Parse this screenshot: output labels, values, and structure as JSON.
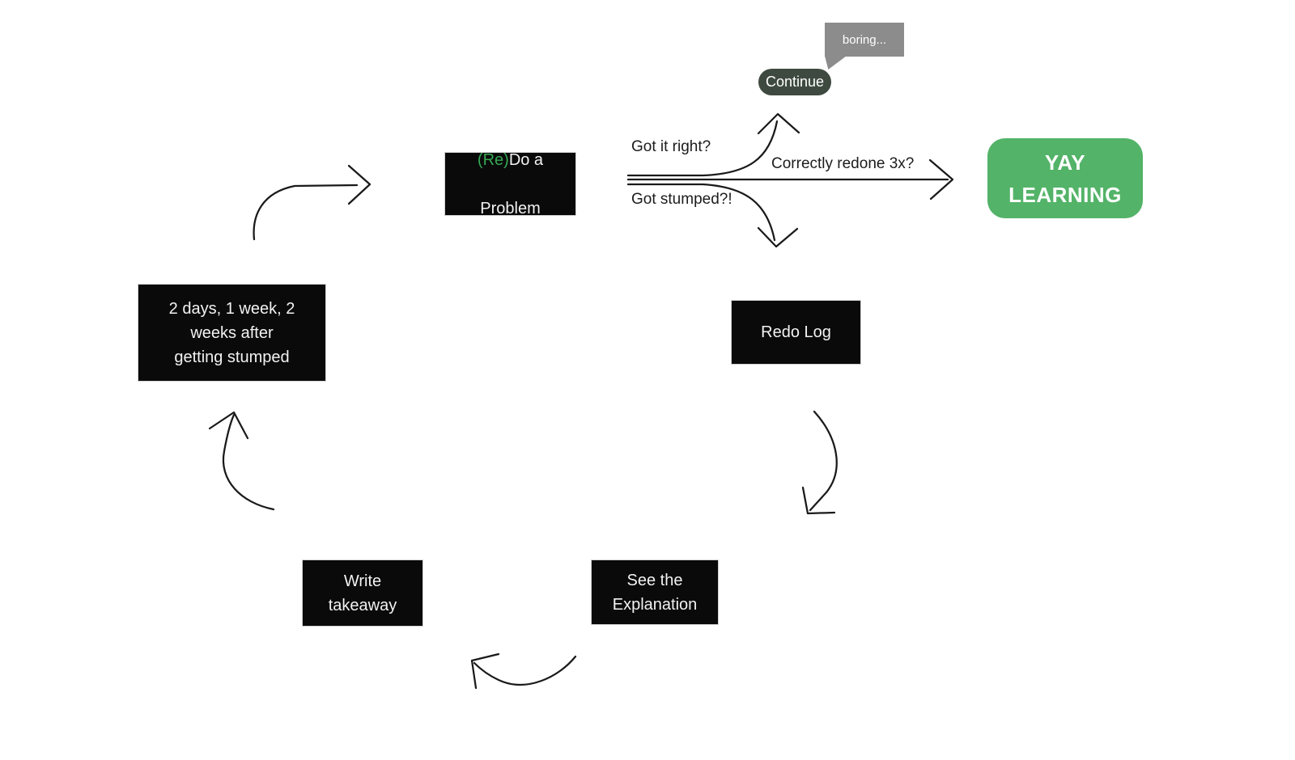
{
  "colors": {
    "background": "#ffffff",
    "node_bg": "#0a0a0a",
    "node_text": "#f2f2f2",
    "accent_green": "#35a854",
    "yay_green": "#53b368",
    "continue_bg": "#3e4a40",
    "bubble_gray": "#8c8c8c",
    "arrow": "#1a1a1a"
  },
  "nodes": {
    "redo_problem": {
      "prefix": "(Re)",
      "line1": "Do a",
      "line2": "Problem"
    },
    "redo_log": {
      "label": "Redo Log"
    },
    "schedule": {
      "label": "2 days, 1 week, 2\nweeks after\ngetting stumped"
    },
    "write_takeaway": {
      "label": "Write\ntakeaway"
    },
    "see_explanation": {
      "label": "See the\nExplanation"
    },
    "yay": {
      "label": "YAY\nLEARNING"
    }
  },
  "callout": {
    "bubble": "boring...",
    "button": "Continue"
  },
  "edge_labels": {
    "got_it_right": "Got it right?",
    "correctly_redone": "Correctly redone 3x?",
    "got_stumped": "Got stumped?!"
  }
}
